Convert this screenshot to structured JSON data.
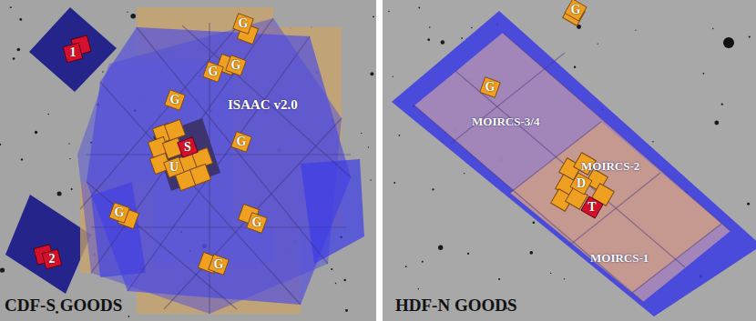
{
  "diagram": {
    "nodes": [
      {
        "text": [
          "1"
        ]
      },
      {
        "text": [
          "G"
        ]
      },
      {
        "text": [
          "G"
        ]
      },
      {
        "text": [
          "G"
        ]
      },
      {
        "text": [
          "G"
        ]
      },
      {
        "text": [
          "S"
        ]
      },
      {
        "text": [
          "U"
        ]
      },
      {
        "text": [
          "G"
        ]
      },
      {
        "text": [
          "G"
        ]
      },
      {
        "text": [
          "G"
        ]
      },
      {
        "text": [
          "2"
        ]
      },
      {
        "text": [
          "G"
        ]
      },
      {
        "text": [
          "G"
        ]
      },
      {
        "text": [
          "G"
        ]
      },
      {
        "text": [
          "D"
        ]
      },
      {
        "text": [
          "T"
        ]
      }
    ],
    "labels": [
      "ISAAC v2.0",
      "CDF-S GOODS",
      "MOIRCS-3/4",
      "MOIRCS-2",
      "MOIRCS-1",
      "HDF-N GOODS"
    ]
  }
}
